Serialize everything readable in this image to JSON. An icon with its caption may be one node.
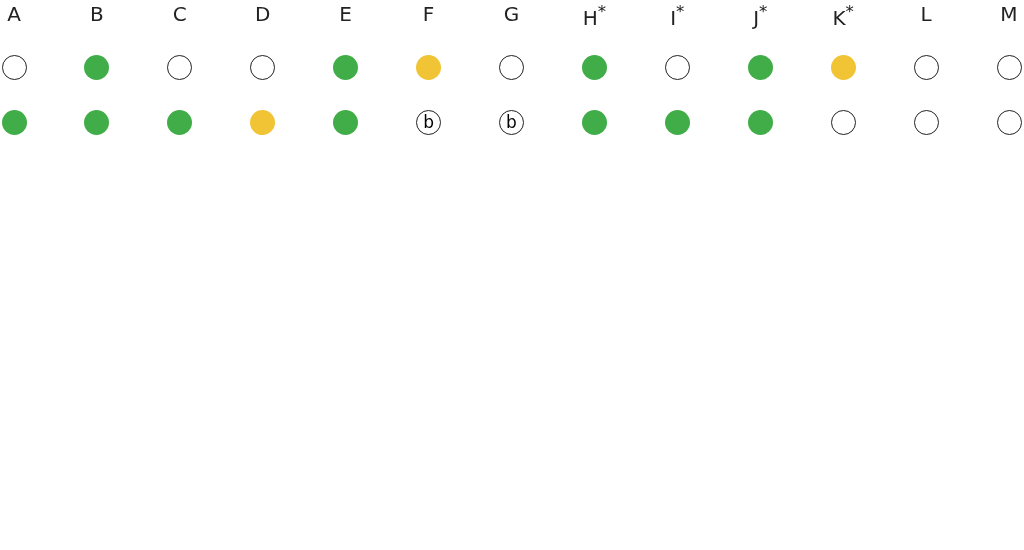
{
  "diagram": {
    "nodes": [
      {
        "text": [],
        "shape": "circle"
      },
      {
        "text": [],
        "shape": "circle"
      },
      {
        "text": [],
        "shape": "circle"
      },
      {
        "text": [],
        "shape": "circle"
      },
      {
        "text": [],
        "shape": "circle"
      },
      {
        "text": [],
        "shape": "circle"
      },
      {
        "text": [],
        "shape": "circle"
      },
      {
        "text": [],
        "shape": "circle"
      },
      {
        "text": [],
        "shape": "circle"
      },
      {
        "text": [],
        "shape": "circle"
      },
      {
        "text": [],
        "shape": "circle"
      },
      {
        "text": [],
        "shape": "circle"
      },
      {
        "text": [],
        "shape": "circle"
      },
      {
        "text": [],
        "shape": "circle"
      },
      {
        "text": [],
        "shape": "circle"
      },
      {
        "text": [],
        "shape": "circle"
      },
      {
        "text": [],
        "shape": "circle"
      },
      {
        "text": [],
        "shape": "circle"
      },
      {
        "text": [
          "b"
        ]
      },
      {
        "text": [
          "b"
        ]
      },
      {
        "text": [],
        "shape": "circle"
      },
      {
        "text": [],
        "shape": "circle"
      },
      {
        "text": [],
        "shape": "circle"
      },
      {
        "text": [],
        "shape": "circle"
      },
      {
        "text": [],
        "shape": "circle"
      },
      {
        "text": [],
        "shape": "circle"
      }
    ],
    "labels": [
      "A",
      "B",
      "C",
      "D",
      "E",
      "F",
      "G",
      "H$^{*}$",
      "I$^{*}$",
      "J$^{*}$",
      "K$^{*}$",
      "L",
      "M"
    ]
  }
}
